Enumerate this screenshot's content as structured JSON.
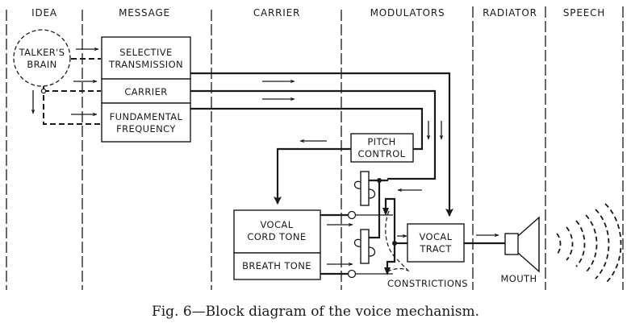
{
  "diagram": {
    "columns": [
      "IDEA",
      "MESSAGE",
      "CARRIER",
      "MODULATORS",
      "RADIATOR",
      "SPEECH"
    ],
    "nodes": {
      "brain": [
        "TALKER'S",
        "BRAIN"
      ],
      "selective_transmission": [
        "SELECTIVE",
        "TRANSMISSION"
      ],
      "carrier": [
        "CARRIER"
      ],
      "fundamental_frequency": [
        "FUNDAMENTAL",
        "FREQUENCY"
      ],
      "pitch_control": [
        "PITCH",
        "CONTROL"
      ],
      "vocal_cord_tone": [
        "VOCAL",
        "CORD TONE"
      ],
      "breath_tone": [
        "BREATH TONE"
      ],
      "vocal_tract": [
        "VOCAL",
        "TRACT"
      ],
      "constrictions": "CONSTRICTIONS",
      "mouth": "MOUTH"
    },
    "edges": [
      {
        "from": "brain",
        "to": "selective_transmission",
        "style": "dashed"
      },
      {
        "from": "brain",
        "to": "carrier",
        "style": "dashed"
      },
      {
        "from": "brain",
        "to": "fundamental_frequency",
        "style": "dashed"
      },
      {
        "from": "selective_transmission",
        "to": "vocal_tract"
      },
      {
        "from": "carrier",
        "to": "modulators"
      },
      {
        "from": "fundamental_frequency",
        "to": "pitch_control"
      },
      {
        "from": "pitch_control",
        "to": "vocal_cord_tone"
      },
      {
        "from": "vocal_cord_tone",
        "to": "vocal_tract"
      },
      {
        "from": "breath_tone",
        "to": "vocal_tract"
      },
      {
        "from": "vocal_tract",
        "to": "mouth"
      },
      {
        "from": "mouth",
        "to": "speech"
      }
    ],
    "caption": "Fig. 6—Block diagram of the voice mechanism."
  }
}
